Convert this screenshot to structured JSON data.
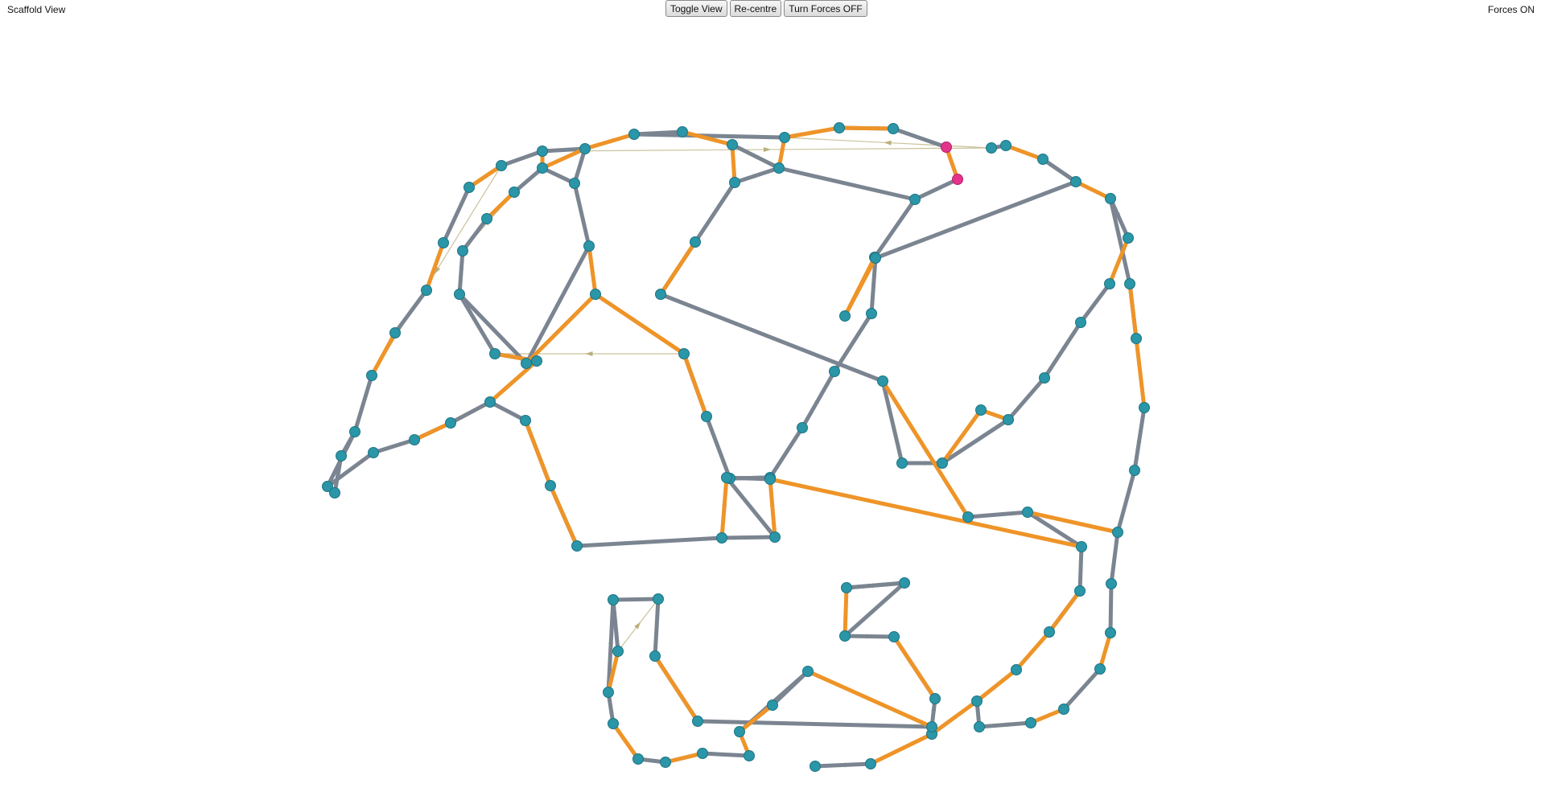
{
  "header": {
    "view_label": "Scaffold View",
    "forces_status": "Forces ON"
  },
  "toolbar": {
    "toggle_view_label": "Toggle View",
    "recentre_label": "Re-centre",
    "forces_toggle_label": "Turn Forces OFF"
  },
  "colors": {
    "node": "#2a96a8",
    "node_highlight": "#e3338a",
    "edge_grey": "#7b8591",
    "edge_orange": "#ee9428",
    "link_thin": "#c9c29a"
  }
}
